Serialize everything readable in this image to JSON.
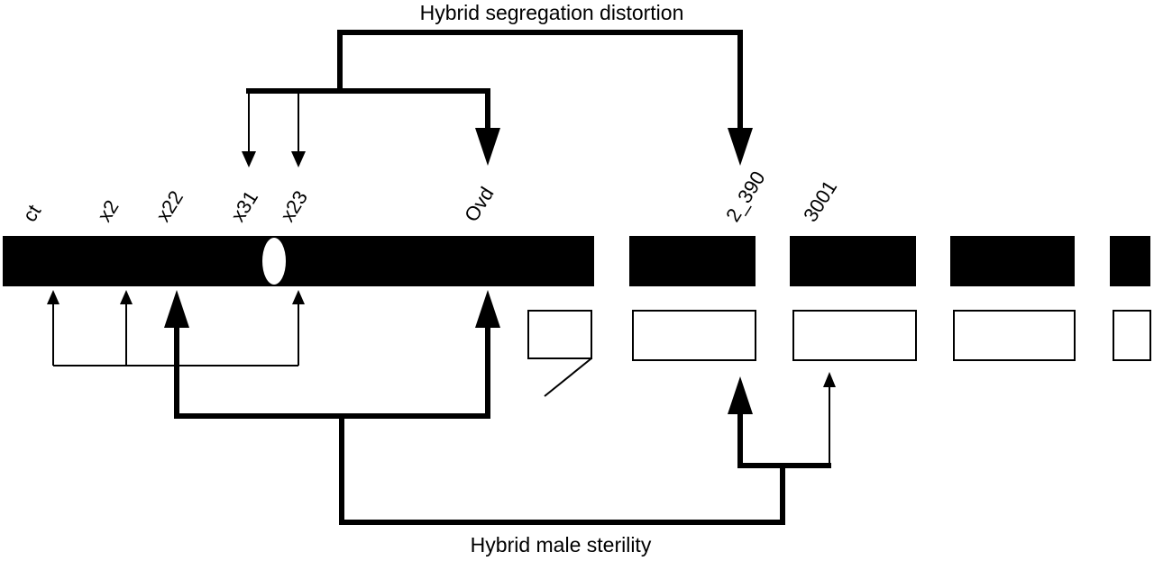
{
  "titles": {
    "top": "Hybrid segregation distortion",
    "bottom": "Hybrid male sterility"
  },
  "markers": {
    "ct": "ct",
    "x2": "x2",
    "x22": "x22",
    "x31": "x31",
    "x23": "x23",
    "ovd": "Ovd",
    "m2_390": "2_390",
    "m3001": "3001"
  },
  "colors": {
    "ink": "#000000",
    "paper": "#ffffff"
  }
}
